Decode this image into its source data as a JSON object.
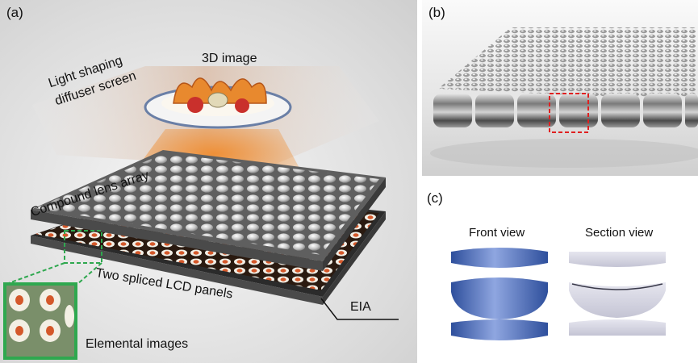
{
  "panel_a": {
    "label": "(a)",
    "image_3d": "3D image",
    "diffuser_line1": "Light shaping",
    "diffuser_line2": "diffuser screen",
    "lens_array": "Compound lens array",
    "lcd_panels": "Two spliced LCD panels",
    "eia": "EIA",
    "elemental_images": "Elemental images",
    "highlight_color": "#2fa84f",
    "beam_color": "#f08a2a"
  },
  "panel_b": {
    "label": "(b)",
    "highlight_color": "#e02020"
  },
  "panel_c": {
    "label": "(c)",
    "front_view": "Front view",
    "section_view": "Section view",
    "lens_color": "#3a5fb0",
    "section_color": "#d6d6e4"
  }
}
